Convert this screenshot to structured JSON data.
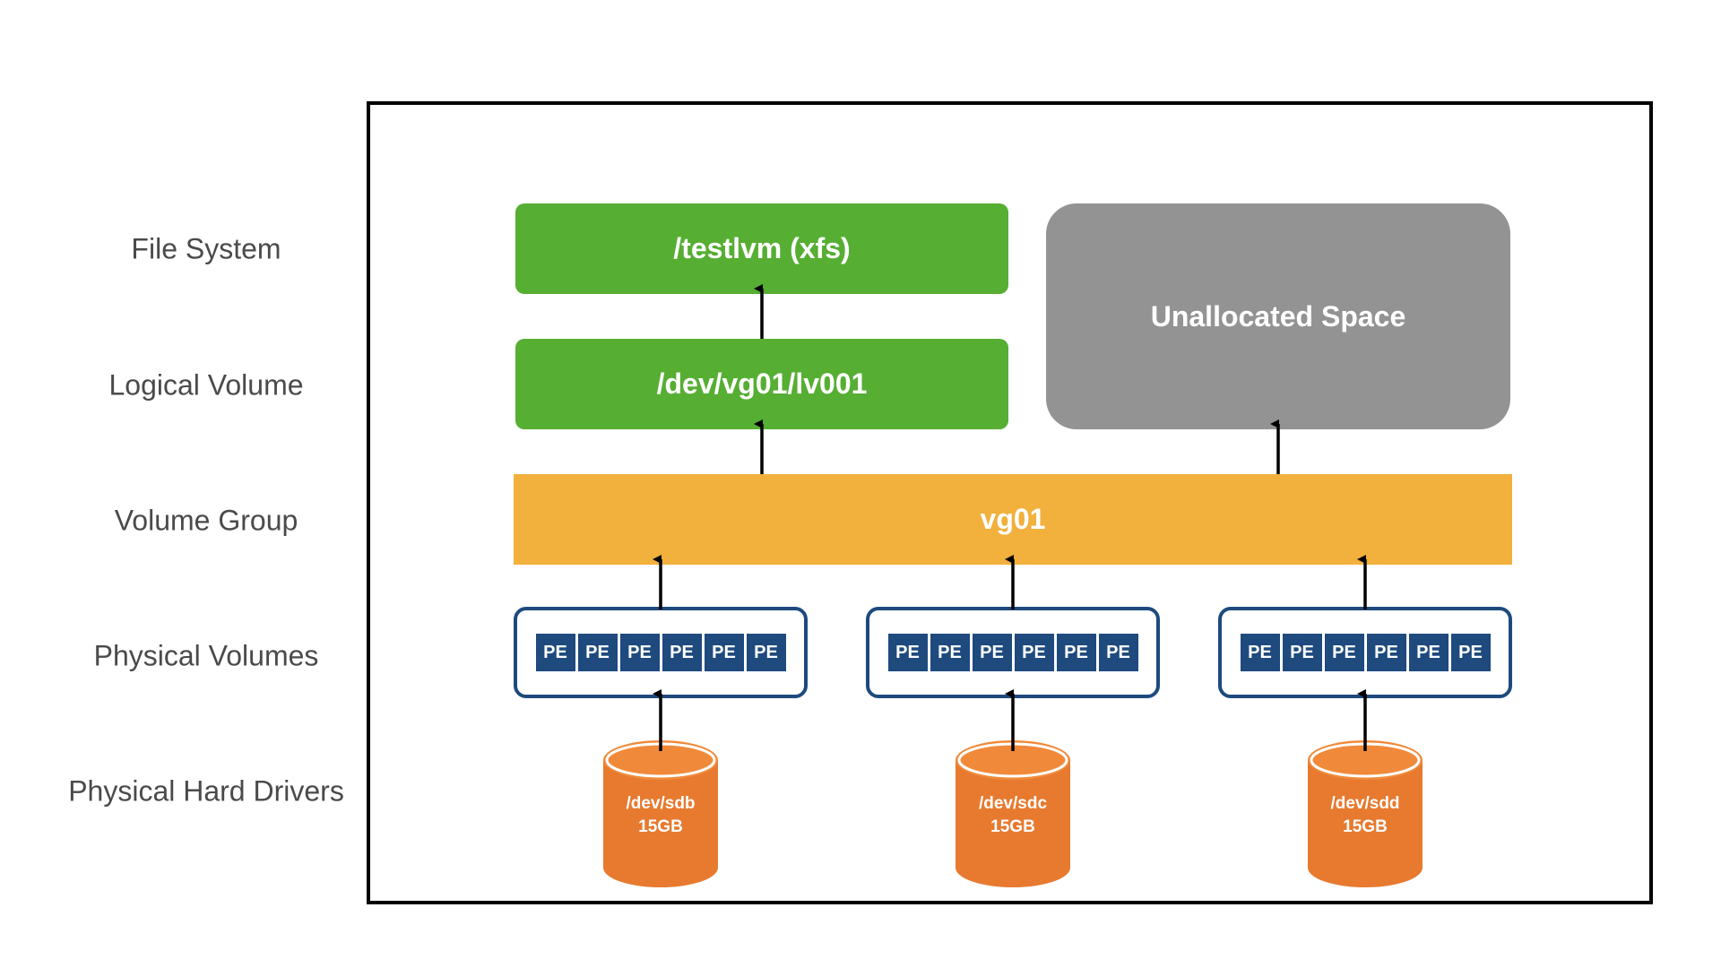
{
  "layers": {
    "file_system": "File System",
    "logical_volume": "Logical Volume",
    "volume_group": "Volume Group",
    "physical_volumes": "Physical Volumes",
    "physical_drives": "Physical Hard Drivers"
  },
  "filesystem": {
    "label": "/testlvm (xfs)"
  },
  "logical_volume": {
    "label": "/dev/vg01/lv001"
  },
  "unallocated": {
    "label": "Unallocated Space"
  },
  "volume_group": {
    "label": "vg01"
  },
  "physical_volumes": [
    {
      "extents": [
        "PE",
        "PE",
        "PE",
        "PE",
        "PE",
        "PE"
      ]
    },
    {
      "extents": [
        "PE",
        "PE",
        "PE",
        "PE",
        "PE",
        "PE"
      ]
    },
    {
      "extents": [
        "PE",
        "PE",
        "PE",
        "PE",
        "PE",
        "PE"
      ]
    }
  ],
  "disks": [
    {
      "device": "/dev/sdb",
      "size": "15GB"
    },
    {
      "device": "/dev/sdc",
      "size": "15GB"
    },
    {
      "device": "/dev/sdd",
      "size": "15GB"
    }
  ],
  "colors": {
    "green": "#56ae33",
    "gray": "#939393",
    "orange_bar": "#f2b03c",
    "pv_blue": "#1e4a7e",
    "disk_orange": "#e77a2f",
    "disk_top": "#f08a3a"
  }
}
